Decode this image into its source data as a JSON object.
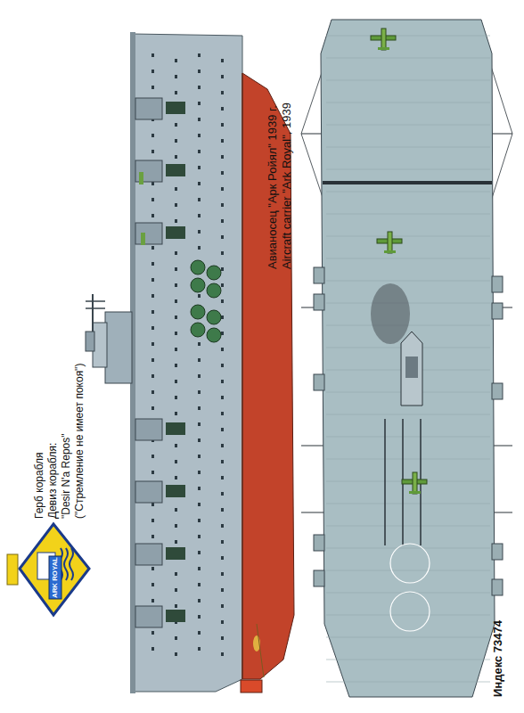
{
  "diagram": {
    "labels": [
      "Авианосец \"Арк Ройял\" 1939 г.",
      "Aircraft carrier \"Ark Royal\", 1939",
      "Герб корабля",
      "Девиз корабля:",
      "\"Desir N'a Repos\"",
      "(\"Стремление не имеет покоя\")",
      "ARK ROYAL",
      "Индекс 73474"
    ]
  }
}
